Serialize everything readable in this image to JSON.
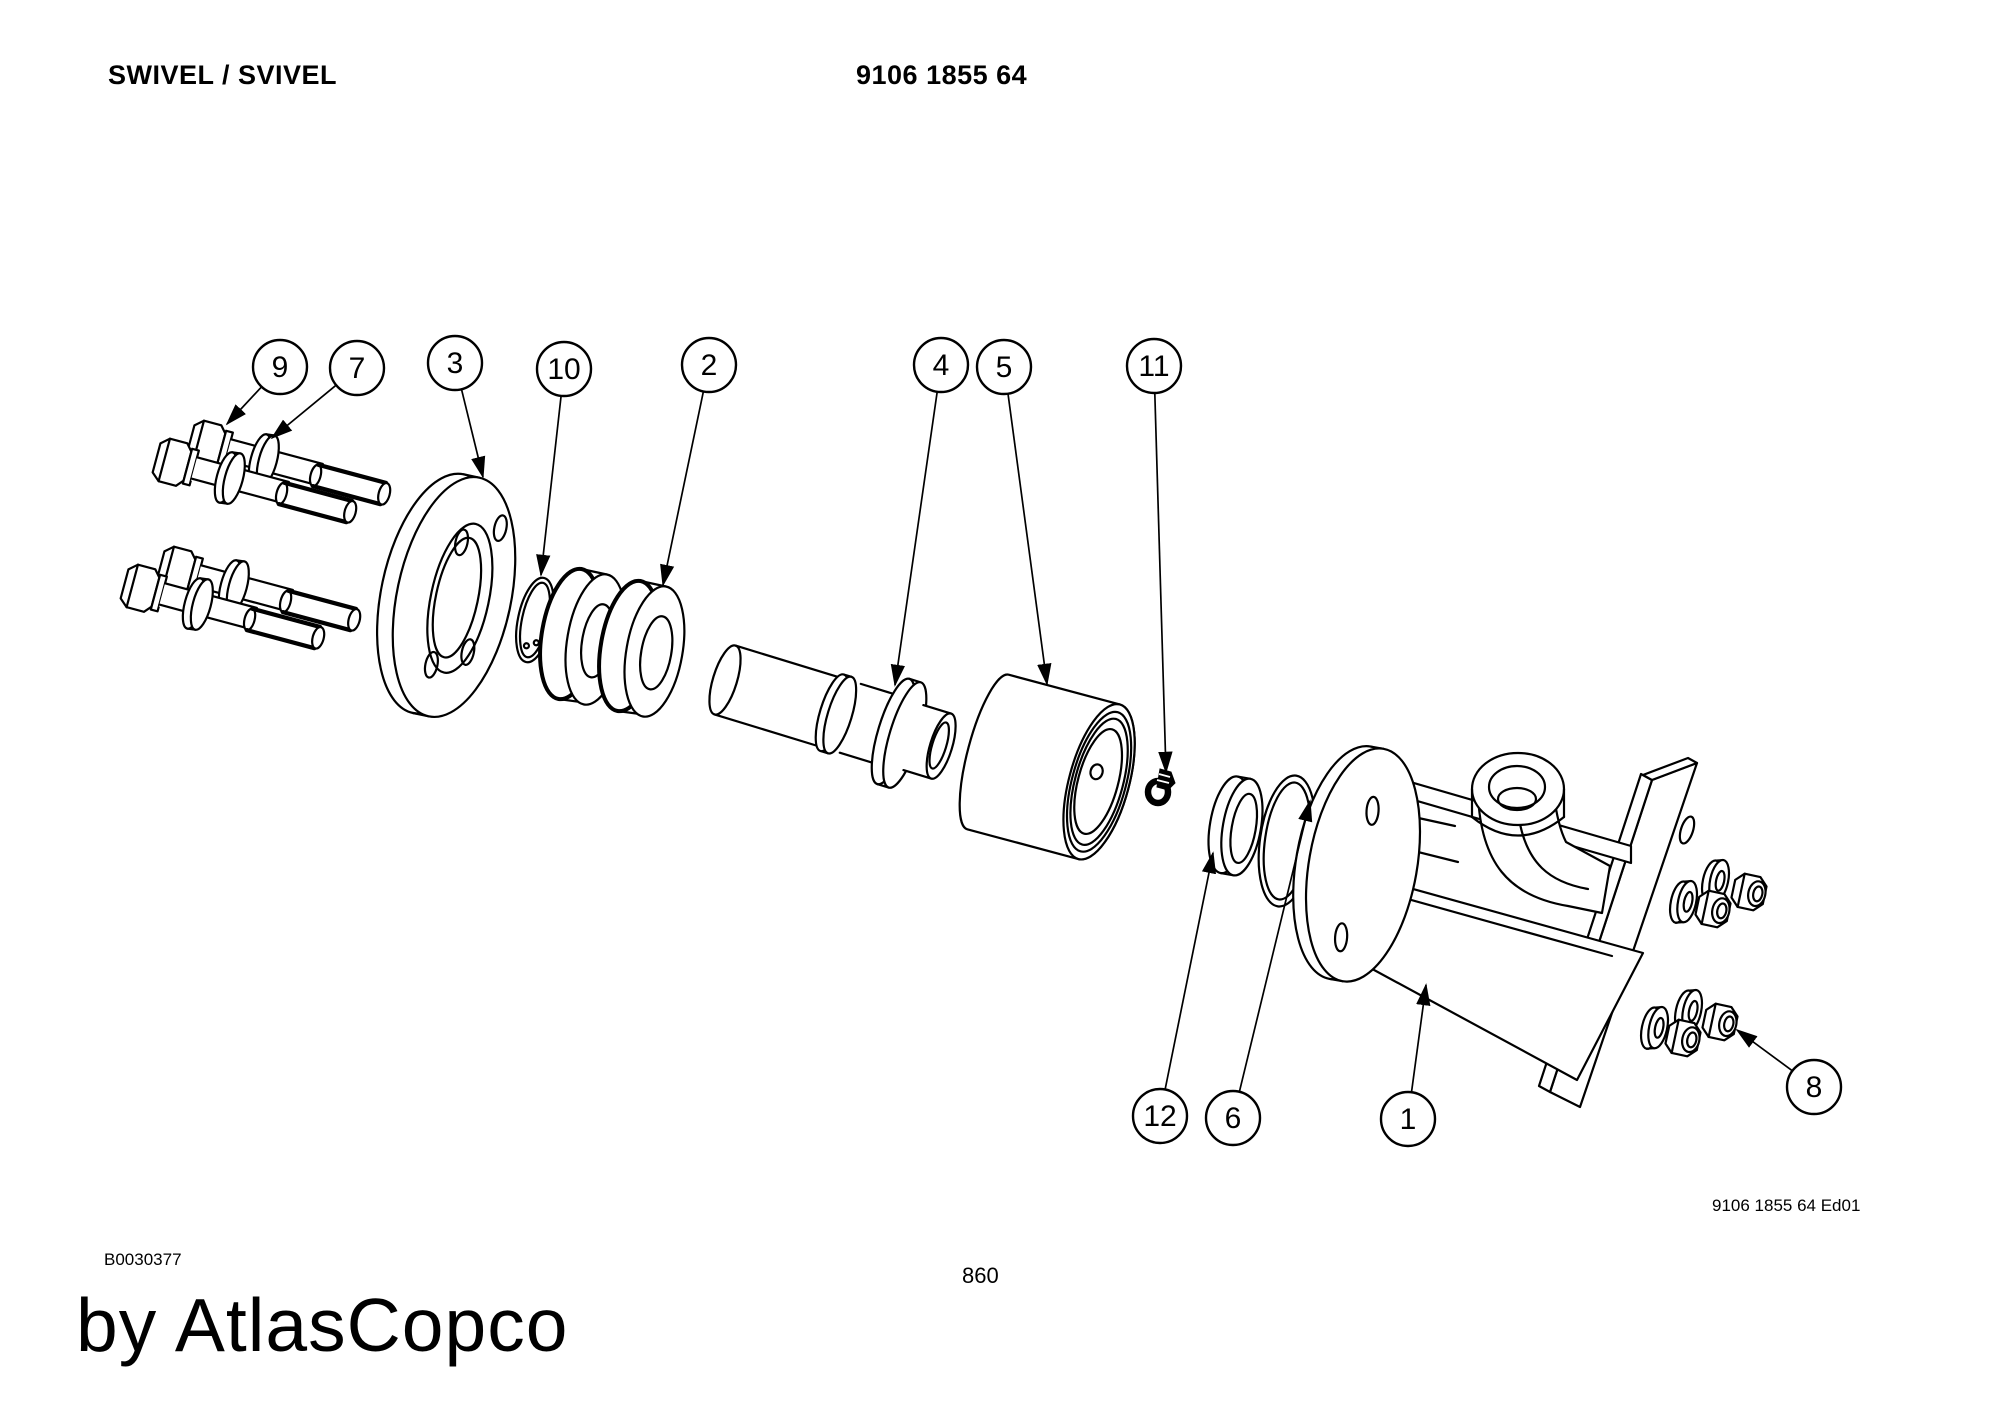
{
  "page": {
    "title": "SWIVEL / SVIVEL",
    "part_number": "9106 1855 64",
    "edition": "9106 1855 64 Ed01",
    "document_code": "B0030377",
    "page_number": "860",
    "brand": "by AtlasCopco"
  },
  "diagram": {
    "type": "exploded-parts-view",
    "callouts": [
      {
        "label": "9"
      },
      {
        "label": "7"
      },
      {
        "label": "3"
      },
      {
        "label": "10"
      },
      {
        "label": "2"
      },
      {
        "label": "4"
      },
      {
        "label": "5"
      },
      {
        "label": "11"
      },
      {
        "label": "12"
      },
      {
        "label": "6"
      },
      {
        "label": "1"
      },
      {
        "label": "8"
      }
    ]
  },
  "colors": {
    "line": "#000000",
    "background": "#ffffff"
  }
}
